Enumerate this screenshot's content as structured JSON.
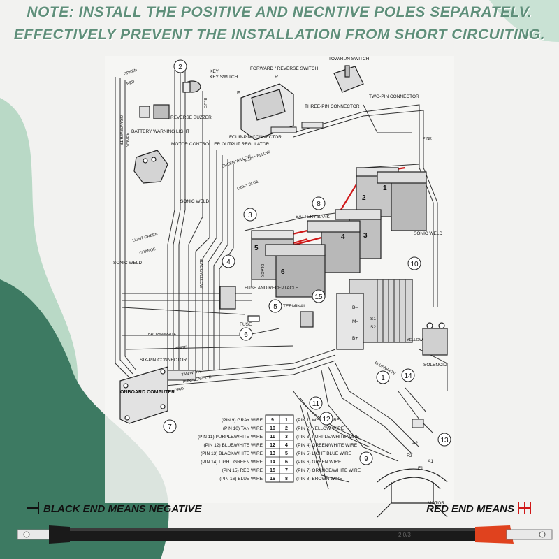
{
  "banner": {
    "line1": "NOTE: INSTALL THE POSITIVE AND NECNTIVE POLES SEPARATELV.",
    "line2": "EFFECTIVELY PREVENT THE INSTALLATION FROM SHORT CIRCUITING."
  },
  "callouts": [
    "1",
    "2",
    "3",
    "4",
    "5",
    "6",
    "7",
    "8",
    "9",
    "10",
    "11",
    "12",
    "13",
    "14",
    "15"
  ],
  "labels": {
    "key_switch": "KEY SWITCH",
    "forward_reverse": "FORWARD / REVERSE SWITCH",
    "f": "F",
    "r": "R",
    "tow_run": "TOW/RUN SWITCH",
    "two_pin": "TWO-PIN CONNECTOR",
    "three_pin": "THREE-PIN CONNECTOR",
    "four_pin": "FOUR-PIN CONNECTOR",
    "reverse_buzzer": "REVERSE BUZZER",
    "battery_warning": "BATTERY WARNING LIGHT",
    "motor_controller": "MOTOR CONTROLLER OUTPUT REGULATOR",
    "sonic_weld": "SONIC WELD",
    "battery_bank": "BATTERY BANK",
    "fuse_receptacle": "FUSE AND RECEPTACLE",
    "fuse": "FUSE",
    "terminal": "TERMINAL",
    "solenoid": "SOLENOID",
    "six_pin": "SIX-PIN CONNECTOR",
    "onboard_computer": "ONBOARD COMPUTER",
    "motor": "MOTOR",
    "b_minus": "B–",
    "m_minus": "M–",
    "b_plus": "B+",
    "s1": "S1",
    "s2": "S2",
    "a1": "A1",
    "a2": "A2",
    "f1": "F1",
    "f2": "F2"
  },
  "battery_numbers": [
    "1",
    "2",
    "3",
    "4",
    "5",
    "6"
  ],
  "wire_labels": [
    "GREEN",
    "RED",
    "ORANGE/WHITE",
    "BROWN",
    "BLUE",
    "WHITE",
    "BLACK",
    "YELLOW",
    "LIGHT GREEN",
    "LIGHT BLUE",
    "ORANGE",
    "PINK",
    "GREEN/YELLOW",
    "BLUE/YELLOW",
    "BLACK/YELLOW",
    "BLUE/WHITE",
    "BROWN/WHITE",
    "GRAY",
    "PURPLE/WHITE",
    "TAN/WHITE"
  ],
  "pin_table": {
    "left_labels": [
      "(PIN 9) GRAY WIRE",
      "(PIN 10) TAN WIRE",
      "(PIN 11) PURPLE/WHITE WIRE",
      "(PIN 12) BLUE/WHITE WIRE",
      "(PIN 13) BLACK/WHITE WIRE",
      "(PIN 14) LIGHT GREEN WIRE",
      "(PIN 15) RED WIRE",
      "(PIN 16) BLUE WIRE"
    ],
    "left_pins": [
      "9",
      "10",
      "11",
      "12",
      "13",
      "14",
      "15",
      "16"
    ],
    "right_pins": [
      "1",
      "2",
      "3",
      "4",
      "5",
      "6",
      "7",
      "8"
    ],
    "right_labels": [
      "(PIN 1) WHITE WIRE",
      "(PIN 2) YELLOW WIRE",
      "(PIN 3) PURPLE/WHITE WIRE",
      "(PIN 4) GREEN/WHITE WIRE",
      "(PIN 5) LIGHT BLUE WIRE",
      "(PIN 6) GREEN WIRE",
      "(PIN 7) ORANGE/WHITE WIRE",
      "(PIN 8) BROWN WIRE"
    ]
  },
  "legend": {
    "negative": "BLACK END MEANS NEGATIVE",
    "positive": "RED END MEANS",
    "cable_print": "2 0/3"
  },
  "colors": {
    "banner_text": "#5f8f7a",
    "green_shape_dark": "#3d7a62",
    "green_shape_light": "#b9d9c6",
    "positive_red": "#d01818",
    "cable_black": "#1a1a1a",
    "terminal_red": "#e0421e"
  }
}
